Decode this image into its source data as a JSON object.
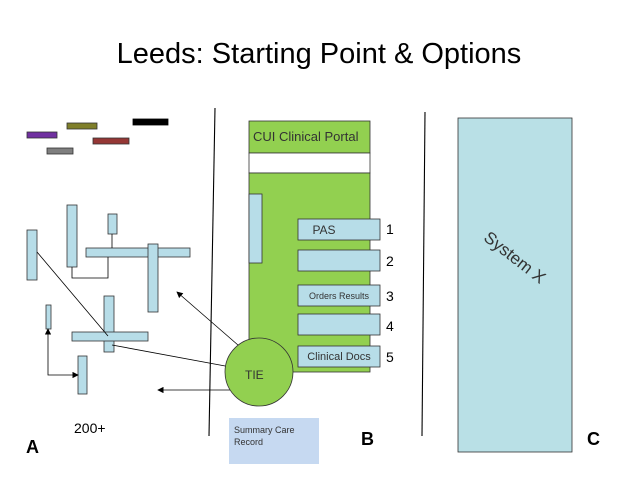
{
  "title": "Leeds: Starting Point & Options",
  "section_a": {
    "letter": "A",
    "count_label": "200+"
  },
  "section_b": {
    "letter": "B",
    "portal_title": "CUI Clinical Portal",
    "tie_label": "TIE",
    "summary_care_label": "Summary Care Record",
    "rows": [
      {
        "label": "PAS",
        "number": "1"
      },
      {
        "label": "",
        "number": "2"
      },
      {
        "label": "Orders Results",
        "number": "3"
      },
      {
        "label": "",
        "number": "4"
      },
      {
        "label": "Clinical Docs",
        "number": "5"
      }
    ]
  },
  "section_c": {
    "letter": "C",
    "system_label": "System X"
  },
  "colors": {
    "portal_green": "#92d050",
    "system_blue": "#b9e0e6",
    "box_blue": "#b7dde8",
    "summary_blue": "#c6d9f1"
  }
}
